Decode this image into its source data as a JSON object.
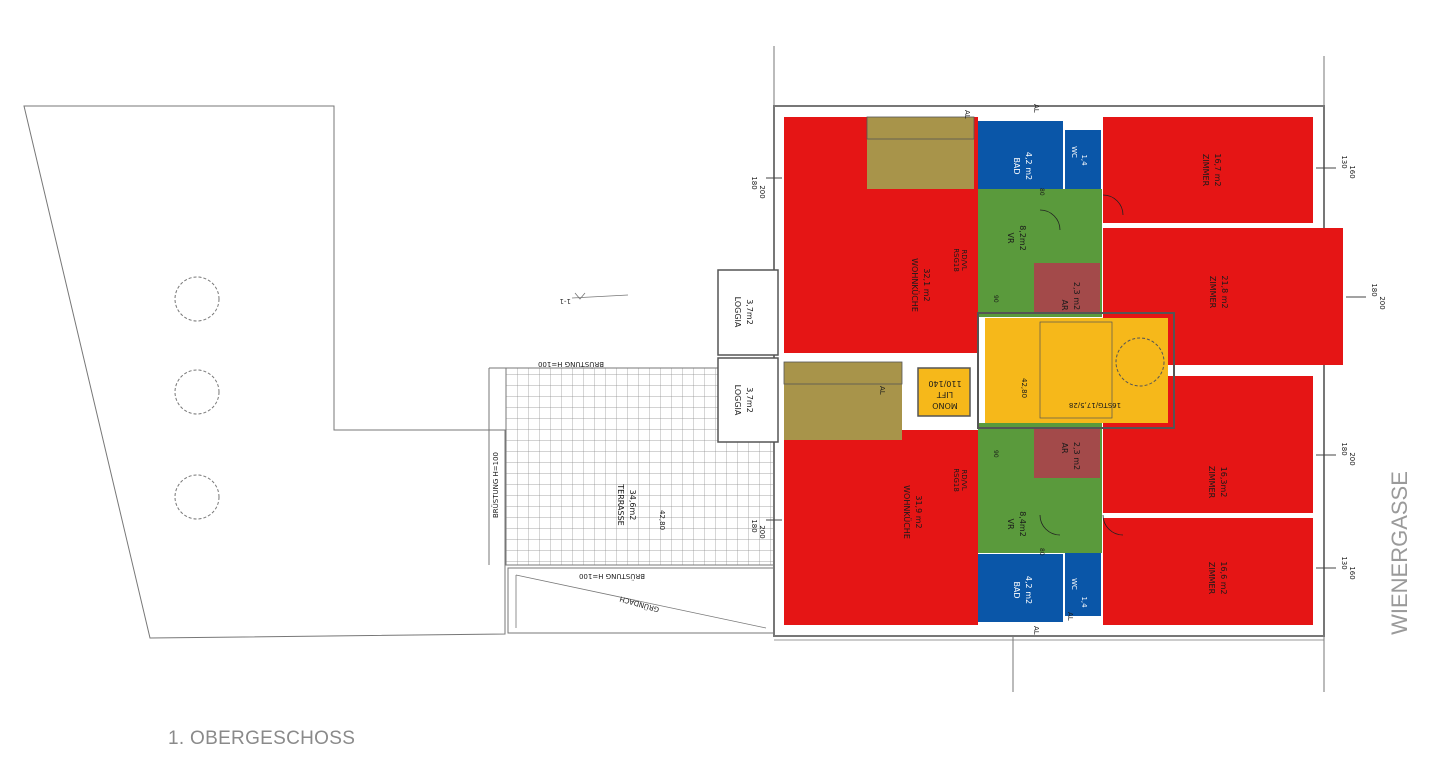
{
  "floor_label": "1. OBERGESCHOSS",
  "street": "WIENERGASSE",
  "colors": {
    "room_red": "#e51515",
    "bath_blue": "#0a56a8",
    "kitchen_olive": "#a8944a",
    "hall_green": "#5a9a3c",
    "storage_maroon": "#a34a4a",
    "stair_yellow": "#f6b81a",
    "line": "#555555"
  },
  "rooms": {
    "wohnkueche_top": {
      "name": "WOHNKÜCHE",
      "area": "32,1 m2"
    },
    "wohnkueche_bottom": {
      "name": "WOHNKÜCHE",
      "area": "31,9 m2"
    },
    "bad_top": {
      "name": "BAD",
      "area": "4,2 m2"
    },
    "bad_bottom": {
      "name": "BAD",
      "area": "4,2 m2"
    },
    "wc_top": {
      "name": "WC",
      "area": "1,4"
    },
    "wc_bottom": {
      "name": "WC",
      "area": "1,4"
    },
    "vr_top": {
      "name": "VR",
      "area": "8,2m2"
    },
    "vr_bottom": {
      "name": "VR",
      "area": "8,4m2"
    },
    "ar_top": {
      "name": "AR",
      "area": "2,3 m2"
    },
    "ar_bottom": {
      "name": "AR",
      "area": "2,3 m2"
    },
    "zimmer_1": {
      "name": "ZIMMER",
      "area": "16,7 m2"
    },
    "zimmer_2": {
      "name": "ZIMMER",
      "area": "21,8 m2"
    },
    "zimmer_3": {
      "name": "ZIMMER",
      "area": "16,3m2"
    },
    "zimmer_4": {
      "name": "ZIMMER",
      "area": "16,6 m2"
    },
    "loggia_top": {
      "name": "LOGGIA",
      "area": "3,7m2"
    },
    "loggia_bottom": {
      "name": "LOGGIA",
      "area": "3,7m2"
    },
    "terrasse": {
      "name": "TERRASSE",
      "area": "34,6m2"
    },
    "lift": {
      "line1": "MONO",
      "line2": "LIFT",
      "line3": "110/140"
    }
  },
  "annotations": {
    "bruestung_h100": "BRÜSTUNG H=100",
    "bruestung_vertical": "BRÜSTUNG H=100",
    "gruendach": "GRÜNDACH",
    "stair": "16STG/17,5/28",
    "rd_top": "RD/VL",
    "rd_top2": "RSG18",
    "rd_bottom": "RD/VL",
    "rd_bottom2": "RSG18",
    "level_stair": "42,80",
    "level_terrace": "42,80",
    "al": "AL",
    "dim_180": "180",
    "dim_200": "200",
    "dim_130": "130",
    "dim_160": "160",
    "dim_80": "80",
    "dim_90": "90",
    "scale_mark": "1-1"
  }
}
